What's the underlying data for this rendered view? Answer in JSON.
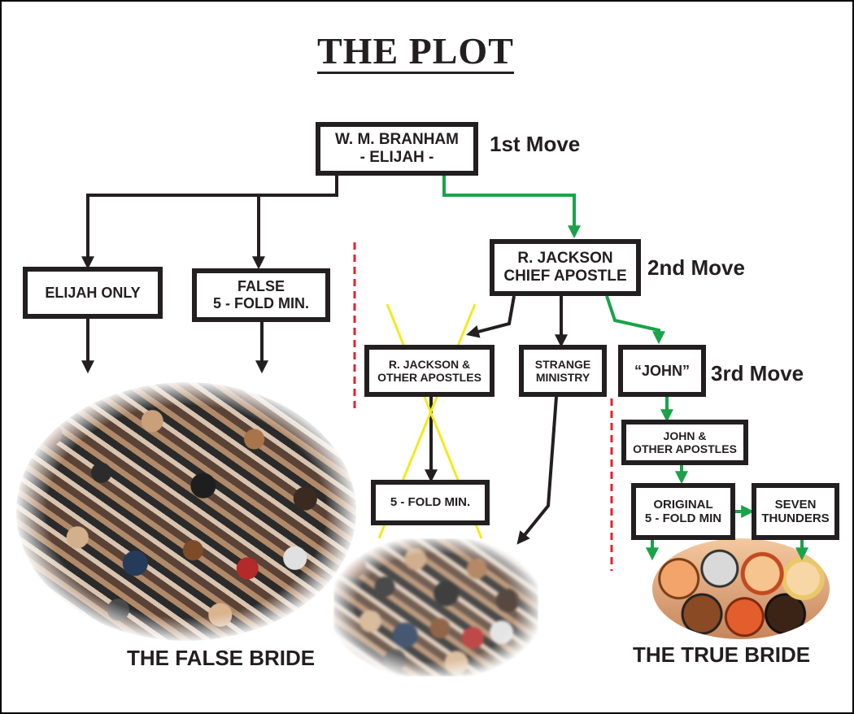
{
  "title": "THE PLOT",
  "nodes": {
    "branham": {
      "line1": "W. M. BRANHAM",
      "line2": "- ELIJAH -"
    },
    "elijah_only": {
      "line1": "ELIJAH ONLY"
    },
    "false_fivefold": {
      "line1": "FALSE",
      "line2": "5 - FOLD MIN."
    },
    "jackson_chief": {
      "line1": "R. JACKSON",
      "line2": "CHIEF APOSTLE"
    },
    "jackson_apostles": {
      "line1": "R. JACKSON &",
      "line2": "OTHER APOSTLES"
    },
    "strange_ministry": {
      "line1": "STRANGE",
      "line2": "MINISTRY"
    },
    "john": {
      "line1": "“JOHN”"
    },
    "fivefold_min": {
      "line1": "5 - FOLD MIN."
    },
    "john_apostles": {
      "line1": "JOHN &",
      "line2": "OTHER APOSTLES"
    },
    "original_fivefold": {
      "line1": "ORIGINAL",
      "line2": "5 - FOLD MIN"
    },
    "seven_thunders": {
      "line1": "SEVEN",
      "line2": "THUNDERS"
    }
  },
  "moves": {
    "first": "1st Move",
    "second": "2nd Move",
    "third": "3rd Move"
  },
  "brides": {
    "false_bride": "THE FALSE BRIDE",
    "true_bride": "THE TRUE BRIDE"
  },
  "colors": {
    "black_path": "#231f20",
    "green_path": "#1aa34a",
    "divider_red": "#e8202a",
    "cross_yellow": "#f2ea1c"
  },
  "images": [
    {
      "name": "false-bride-crowd",
      "description": "large crowd photo in oval vignette"
    },
    {
      "name": "middle-crowd",
      "description": "blurred group of people"
    },
    {
      "name": "true-bride-group",
      "description": "cartoon faces group"
    }
  ]
}
